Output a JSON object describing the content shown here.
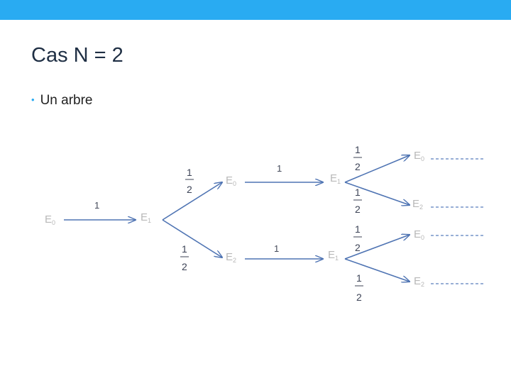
{
  "colors": {
    "accent": "#29abf2",
    "arrow": "#4f74b3",
    "dash": "#5a7fbe"
  },
  "slide": {
    "title": "Cas N = 2",
    "bullet": "Un arbre"
  },
  "diagram": {
    "state_letter": "E",
    "states": {
      "root": "0",
      "lvl1": "1",
      "lvl2_top": "0",
      "lvl2_bottom": "2",
      "lvl3_top": "1",
      "lvl3_bottom": "1",
      "lvl4_a": "0",
      "lvl4_b": "2",
      "lvl4_c": "0",
      "lvl4_d": "2"
    },
    "probabilities": {
      "p1": "1",
      "half_num": "1",
      "half_den": "2"
    }
  }
}
